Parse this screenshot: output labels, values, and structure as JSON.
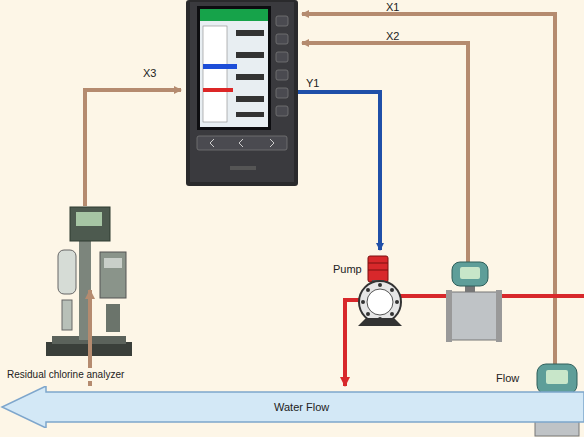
{
  "diagram": {
    "nodes": [
      {
        "text": [
          "Residual chlorine analyzer"
        ]
      },
      {
        "text": [
          "Pump"
        ]
      },
      {
        "text": [
          "Flow"
        ]
      },
      {
        "text": [
          "Water Flow"
        ]
      }
    ],
    "edges": [
      {
        "from": 3,
        "to": 0,
        "arrow": "to"
      },
      {
        "from": 1,
        "to": 3,
        "arrow": "to"
      }
    ],
    "labels": [
      "X1",
      "X2",
      "X3",
      "Y1"
    ]
  }
}
